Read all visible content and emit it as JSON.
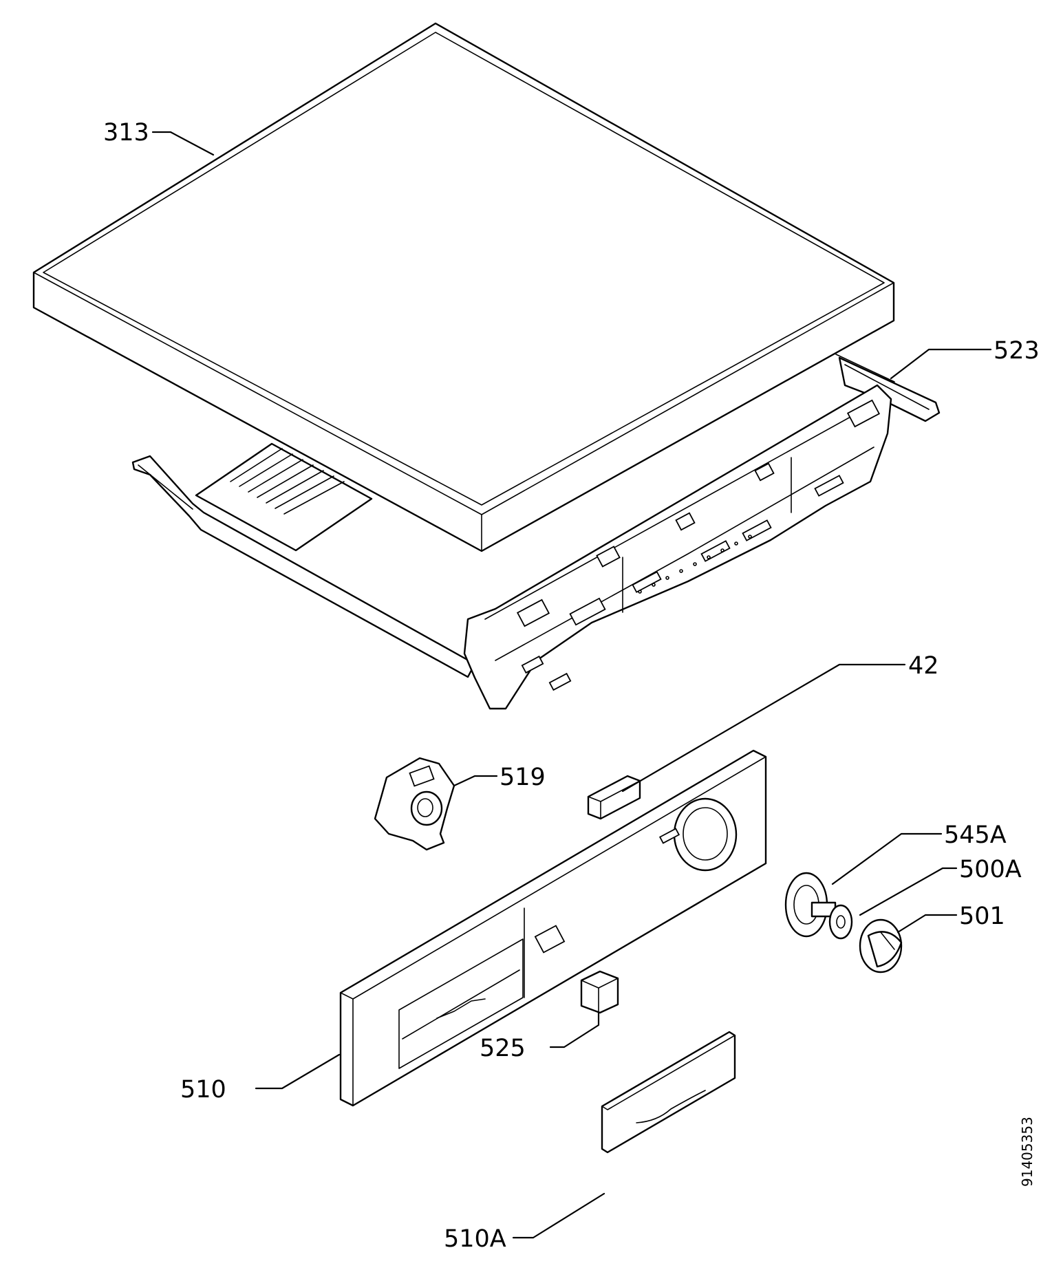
{
  "diagram": {
    "part_numbers": {
      "top_cover": "313",
      "control_panel_frame": "523",
      "switch_42": "42",
      "selector_bracket": "519",
      "knob_bearing": "545A",
      "knob_ring": "500A",
      "knob": "501",
      "door_switch": "525",
      "control_panel_front": "510",
      "dispenser_drawer_front": "510A"
    },
    "document_number": "91405353"
  }
}
